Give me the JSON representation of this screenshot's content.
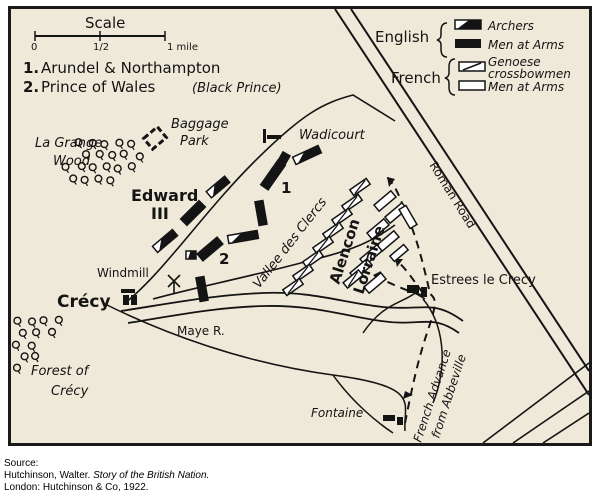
{
  "scale": {
    "title": "Scale",
    "ticks": [
      "0",
      "1/2",
      "1 mile"
    ]
  },
  "commanders": [
    {
      "number": "1.",
      "name": "Arundel & Northampton"
    },
    {
      "number": "2.",
      "name": "Prince of Wales",
      "note": "(Black Prince)"
    }
  ],
  "legend": {
    "english": {
      "label": "English",
      "items": [
        {
          "symbol": "archers-icon",
          "label": "Archers"
        },
        {
          "symbol": "men-at-arms-english-icon",
          "label": "Men at Arms"
        }
      ]
    },
    "french": {
      "label": "French",
      "items": [
        {
          "symbol": "crossbowmen-icon",
          "label": "Genoese",
          "label2": "crossbowmen"
        },
        {
          "symbol": "men-at-arms-french-icon",
          "label": "Men at Arms"
        }
      ]
    }
  },
  "places": {
    "baggage_park_1": "Baggage",
    "baggage_park_2": "Park",
    "la_grange_1": "La Grange",
    "la_grange_2": "Wood",
    "wadicourt": "Wadicourt",
    "edward_1": "Edward",
    "edward_2": "III",
    "division_1": "1",
    "division_2": "2",
    "vallee": "Vallee des Clercs",
    "alencon": "Alencon",
    "lorraine": "Lorraine",
    "roman_road": "Roman Road",
    "estrees": "Estrees le Crecy",
    "windmill": "Windmill",
    "crecy": "Crécy",
    "maye": "Maye R.",
    "forest_1": "Forest of",
    "forest_2": "Crécy",
    "fontaine": "Fontaine",
    "advance_1": "French Advance",
    "advance_2": "from Abbeville"
  },
  "source": {
    "heading": "Source:",
    "line1_author": "Hutchinson, Walter.",
    "line1_title": "Story of the British Nation.",
    "line2": "London: Hutchinson & Co, 1922."
  },
  "colors": {
    "paper": "#efe9d9",
    "ink": "#141414",
    "french_fill": "#ffffff"
  }
}
